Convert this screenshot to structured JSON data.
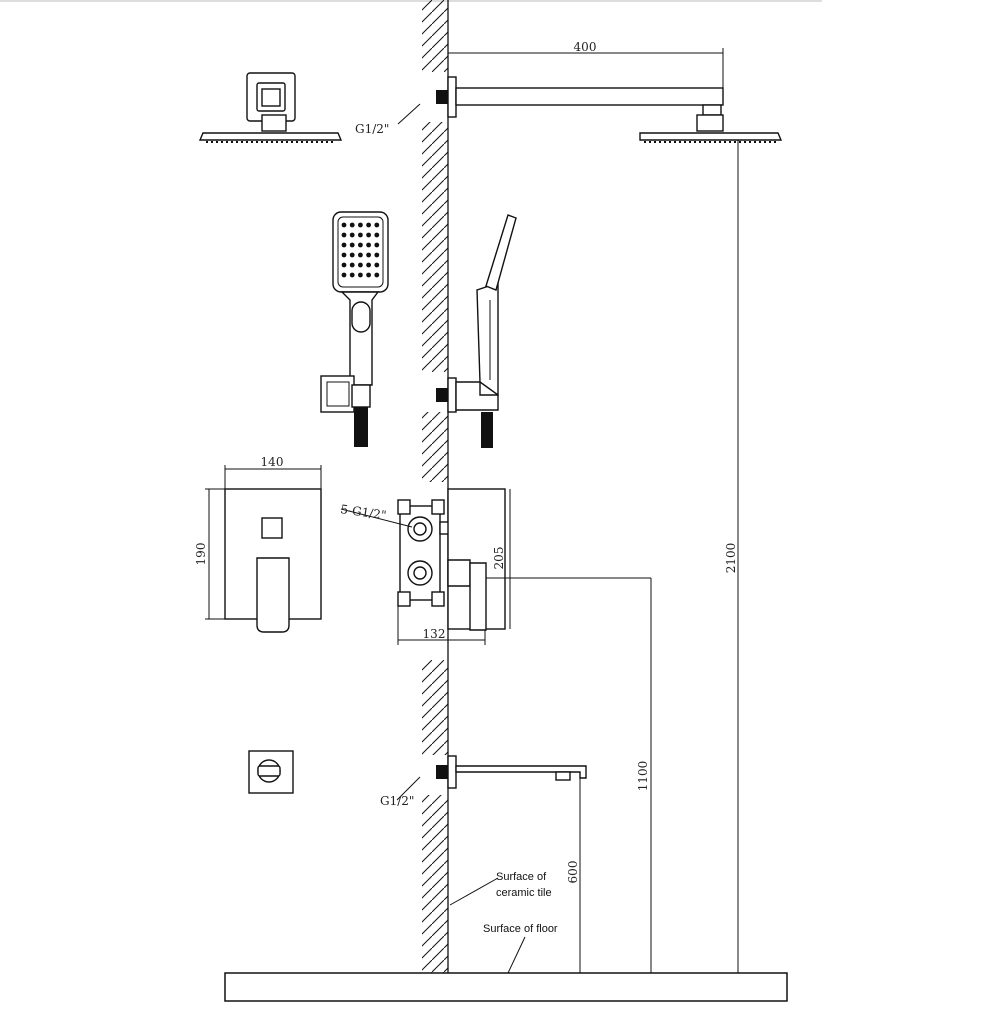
{
  "dimensions": {
    "arm_length": "400",
    "total_height": "2100",
    "valve_height": "1100",
    "spout_height": "600",
    "plate_width": "140",
    "plate_height": "190",
    "valve_depth": "205",
    "valve_width": "132"
  },
  "labels": {
    "thread_top": "G1/2\"",
    "thread_valve": "5-G1/2\"",
    "thread_spout": "G1/2\"",
    "tile_line1": "Surface of",
    "tile_line2": "ceramic tile",
    "floor": "Surface of floor"
  }
}
